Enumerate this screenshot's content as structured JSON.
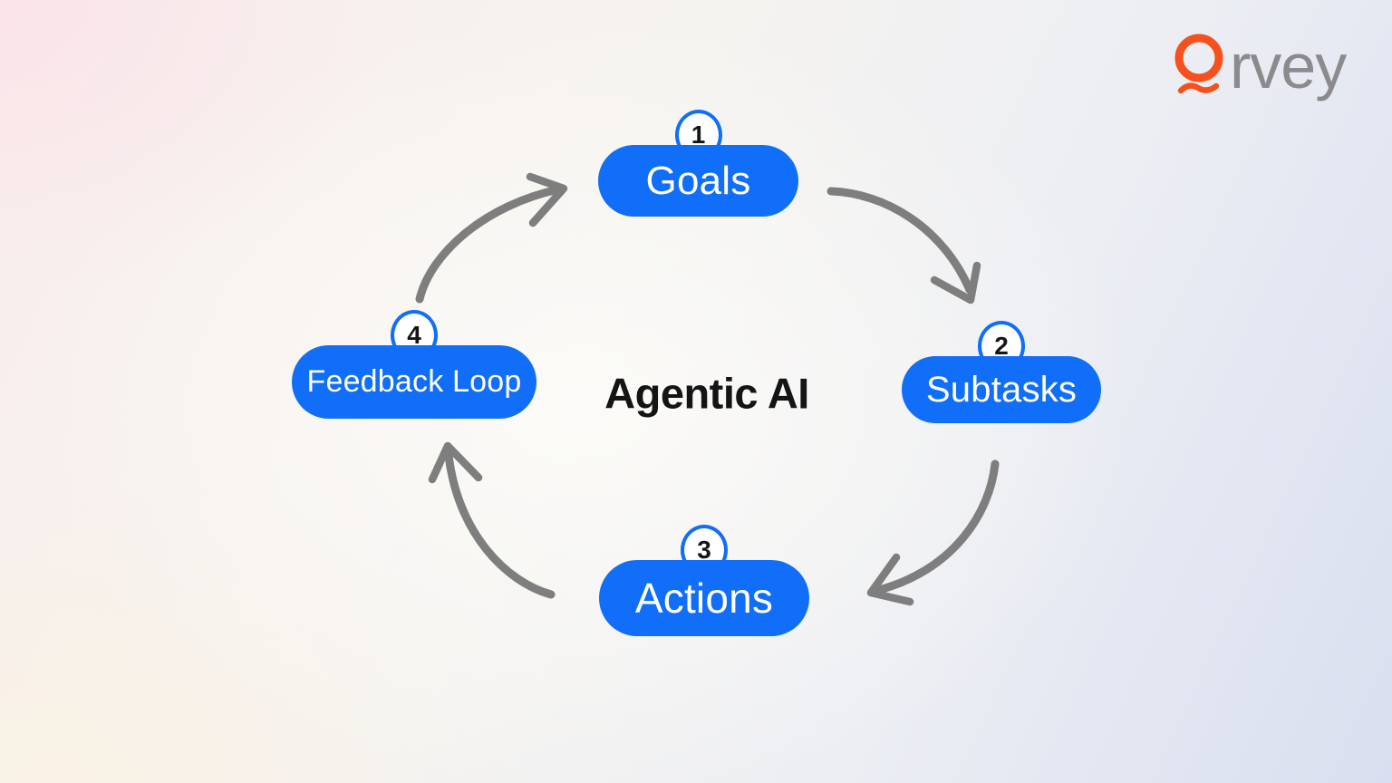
{
  "title": "Agentic AI",
  "logo": {
    "brand": "Qrvey",
    "wordmark_rest": "rvey"
  },
  "colors": {
    "pill_blue": "#106ef8",
    "badge_border_blue": "#106ef8",
    "arrow_gray": "#7e7e7e",
    "title_black": "#141414",
    "logo_orange": "#f6511d",
    "logo_gray": "#8b8b8d",
    "background_pink": "#fbdbe7",
    "background_cream": "#fbf3e0",
    "background_lavender": "#d9dff0"
  },
  "cycle": {
    "steps": [
      {
        "number": "1",
        "label": "Goals"
      },
      {
        "number": "2",
        "label": "Subtasks"
      },
      {
        "number": "3",
        "label": "Actions"
      },
      {
        "number": "4",
        "label": "Feedback Loop"
      }
    ]
  }
}
